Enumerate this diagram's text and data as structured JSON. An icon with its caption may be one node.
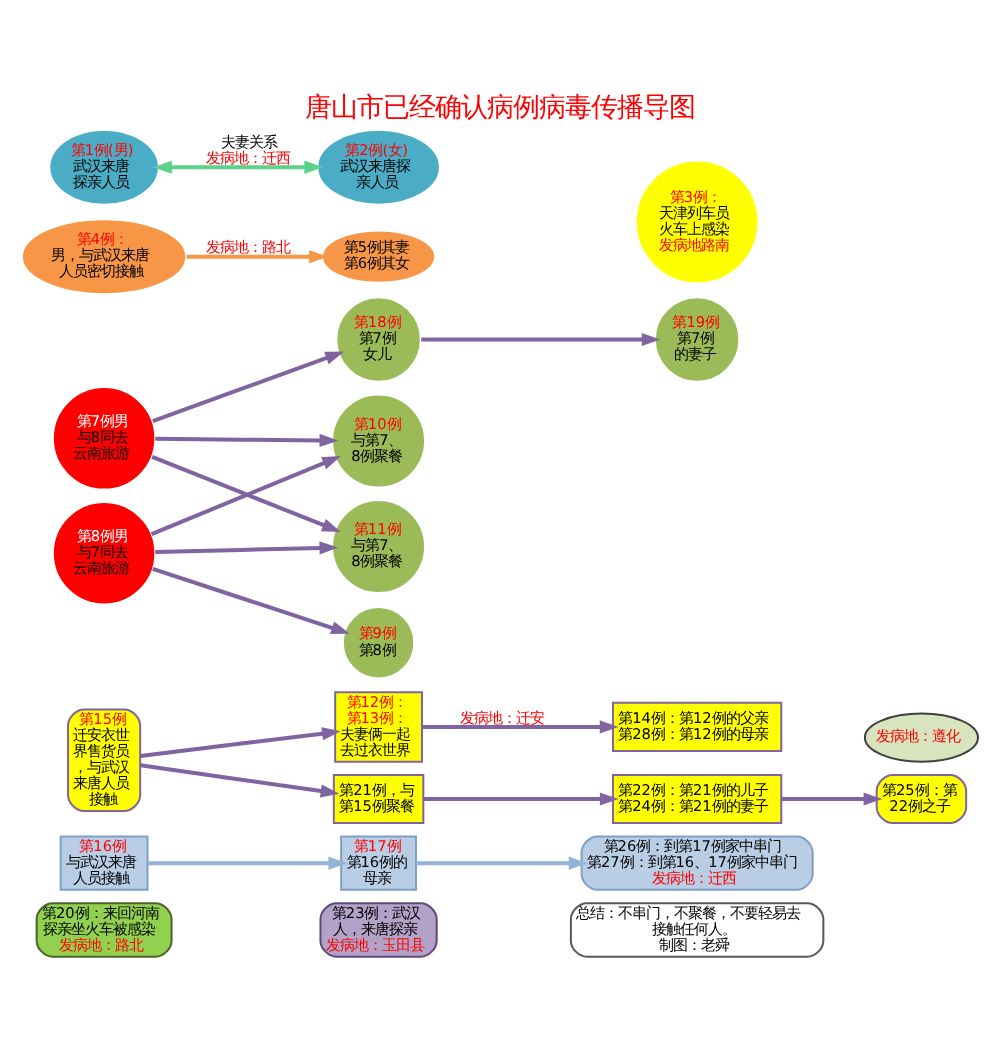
{
  "diagram": {
    "title": "唐山市已经确认病例病毒传播导图",
    "nodes": [
      {
        "text": [
          "第1例(男)",
          "武汉来唐探亲人员"
        ]
      },
      {
        "text": [
          "第2例(女)",
          "武汉来唐探亲人员"
        ]
      },
      {
        "text": [
          "第3例：",
          "天津列车员火车上感染",
          "发病地路南"
        ]
      },
      {
        "text": [
          "第4例：",
          "男，与武汉来唐人员密切接触"
        ]
      },
      {
        "text": [
          "第5例其妻",
          "第6例其女"
        ]
      },
      {
        "text": [
          "第10例",
          "与第7、8例聚餐"
        ]
      },
      {
        "text": [
          "第7例男",
          "与8同去云南旅游"
        ]
      },
      {
        "text": [
          "第18例",
          "第7例女儿"
        ]
      },
      {
        "text": [
          "第19例",
          "第7例的妻子"
        ]
      },
      {
        "text": [
          "第11例",
          "与第7、8例聚餐"
        ]
      },
      {
        "text": [
          "第8例男",
          "与7同去云南旅游"
        ]
      },
      {
        "text": [
          "第9例",
          "第8例"
        ]
      },
      {
        "text": [
          "发病地：遵化"
        ]
      },
      {
        "text": [
          "第15例",
          "迁安衣世界售货员，与武汉来唐人员接触"
        ]
      },
      {
        "text": [
          "第12例：",
          "第13例：",
          "夫妻俩一起去过衣世界"
        ]
      },
      {
        "text": [
          "第14例：第12例的父亲",
          "第28例：第12例的母亲"
        ]
      },
      {
        "text": [
          "第21例，与第15例聚餐"
        ]
      },
      {
        "text": [
          "第22例：第21例的儿子",
          "第24例：第21例的妻子"
        ]
      },
      {
        "text": [
          "第25例：第22例之子"
        ]
      },
      {
        "text": [
          "第16例",
          "与武汉来唐人员接触"
        ]
      },
      {
        "text": [
          "第17例",
          "第16例的母亲"
        ]
      },
      {
        "text": [
          "第26例：到第17例家中串门",
          "第27例：到第16、17例家中串门",
          "发病地：迁西"
        ]
      },
      {
        "text": [
          "第20例：来回河南探亲坐火车被感染",
          "发病地：路北"
        ]
      },
      {
        "text": [
          "第23例：武汉人，来唐探亲",
          "发病地：玉田县"
        ]
      },
      {
        "text": [
          "总结：不串门，不聚餐，不要轻易去接触任何人。",
          "制图：老舜"
        ]
      }
    ],
    "edges": [
      {
        "from": 0,
        "to": 1,
        "arrow": "both",
        "label": "夫妻关系发病地：迁西",
        "color": "#5ad28a"
      },
      {
        "from": 3,
        "to": 4,
        "arrow": "to",
        "label": "发病地：路北",
        "color": "#f79646"
      },
      {
        "from": 6,
        "to": 5,
        "arrow": "to"
      },
      {
        "from": 6,
        "to": 7,
        "arrow": "to"
      },
      {
        "from": 7,
        "to": 8,
        "arrow": "to"
      },
      {
        "from": 10,
        "to": 5,
        "arrow": "to"
      },
      {
        "from": 6,
        "to": 9,
        "arrow": "to"
      },
      {
        "from": 10,
        "to": 9,
        "arrow": "to"
      },
      {
        "from": 10,
        "to": 11,
        "arrow": "to"
      },
      {
        "from": 13,
        "to": 14,
        "arrow": "to"
      },
      {
        "from": 14,
        "to": 15,
        "arrow": "to",
        "label": "发病地：迁安"
      },
      {
        "from": 13,
        "to": 16,
        "arrow": "to"
      },
      {
        "from": 16,
        "to": 17,
        "arrow": "to"
      },
      {
        "from": 17,
        "to": 18,
        "arrow": "to"
      },
      {
        "from": 19,
        "to": 20,
        "arrow": "to",
        "color": "#95b3d7"
      },
      {
        "from": 20,
        "to": 21,
        "arrow": "to",
        "color": "#95b3d7"
      }
    ]
  }
}
